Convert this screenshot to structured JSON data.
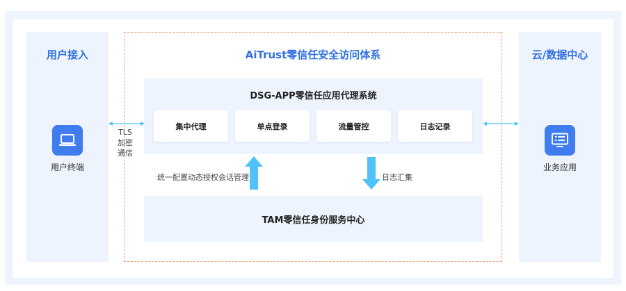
{
  "left_column": {
    "title": "用户接入",
    "icon": "laptop-icon",
    "label": "用户终端"
  },
  "right_column": {
    "title": "云/数据中心",
    "icon": "server-app-icon",
    "label": "业务应用"
  },
  "system": {
    "title": "AiTrust零信任安全访问体系"
  },
  "dsg": {
    "title": "DSG-APP零信任应用代理系统",
    "modules": [
      "集中代理",
      "单点登录",
      "流量管控",
      "日志记录"
    ]
  },
  "tam": {
    "title": "TAM零信任身份服务中心"
  },
  "links": {
    "tls_line1": "TLS",
    "tls_line2": "加密",
    "tls_line3": "通信",
    "up_label": "统一配置动态授权会话管理",
    "down_label": "日志汇集"
  },
  "colors": {
    "accent": "#2f6fe0",
    "icon_bg": "#3e7cf0",
    "panel_bg": "#eef4fd",
    "arrow": "#4fc3f7",
    "dashed_border": "#f2a07e"
  }
}
